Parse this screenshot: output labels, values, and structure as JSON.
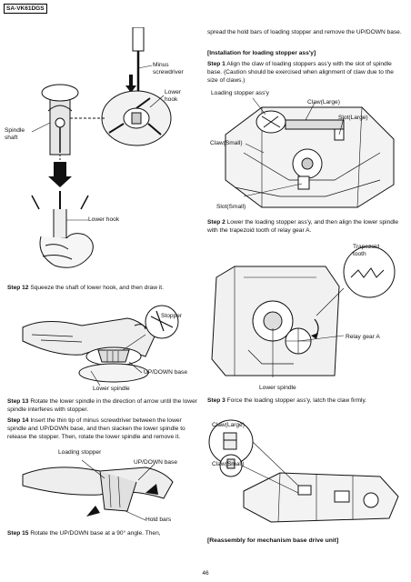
{
  "header": {
    "model": "SA-VK61DGS"
  },
  "page_number": "46",
  "figures": {
    "fig1": {
      "minus_screwdriver": "Minus\nscrewdriver",
      "lower_hook": "Lower\nhook",
      "spindle_shaft": "Spindle\nshaft",
      "lower_hook_bottom": "Lower hook"
    },
    "fig2": {
      "stopper": "Stopper",
      "up_down_base": "UP/DOWN base",
      "lower_spindle": "Lower spindle"
    },
    "fig3": {
      "loading_stopper": "Loading stopper",
      "up_down_base": "UP/DOWN base",
      "hold_bars": "Hold bars"
    },
    "fig4": {
      "loading_stopper_assy": "Loading stopper ass'y",
      "claw_large": "Claw(Large)",
      "slot_large": "Slot(Large)",
      "claw_small": "Claw(Small)",
      "slot_small": "Slot(Small)"
    },
    "fig5": {
      "trapezoid_tooth": "Trapezoid\ntooth",
      "relay_gear_a": "Relay gear A",
      "lower_spindle": "Lower spindle"
    },
    "fig6": {
      "claw_large": "Claw(Large)",
      "claw_small": "Claw(Small)"
    }
  },
  "text": {
    "right_intro": "spread the hold bars of loading stopper and remove the UP/DOWN base.",
    "install_heading": "[Installation for loading stopper ass'y]",
    "step1_label": "Step 1",
    "step1_text": "Align the claw of loading stoppers ass'y with the slot of spindle base. (Caution should be exercised when alignment of claw due to the size of claws.)",
    "step2_label": "Step 2",
    "step2_text": "Lower the loading stopper ass'y, and then align the lower spindle with the trapezoid tooth of relay gear A.",
    "step3_label": "Step 3",
    "step3_text": "Force the loading stopper ass'y, latch the claw firmly.",
    "step12_label": "Step 12",
    "step12_text": "Squeeze the shaft of lower hook, and then draw it.",
    "step13_label": "Step 13",
    "step13_text": "Rotate the lower spindle in the direction of arrow until the lower spindle interferes with stopper.",
    "step14_label": "Step 14",
    "step14_text": "Insert the thin tip of minus screwdriver between the lower spindle and UP/DOWN base, and then slacken the lower spindle to release the stopper. Then, rotate the lower spindle and remove it.",
    "step15_label": "Step 15",
    "step15_text": "Rotate the UP/DOWN base at a 90° angle. Then,",
    "reassembly_heading": "[Reassembly for mechanism base drive unit]"
  }
}
